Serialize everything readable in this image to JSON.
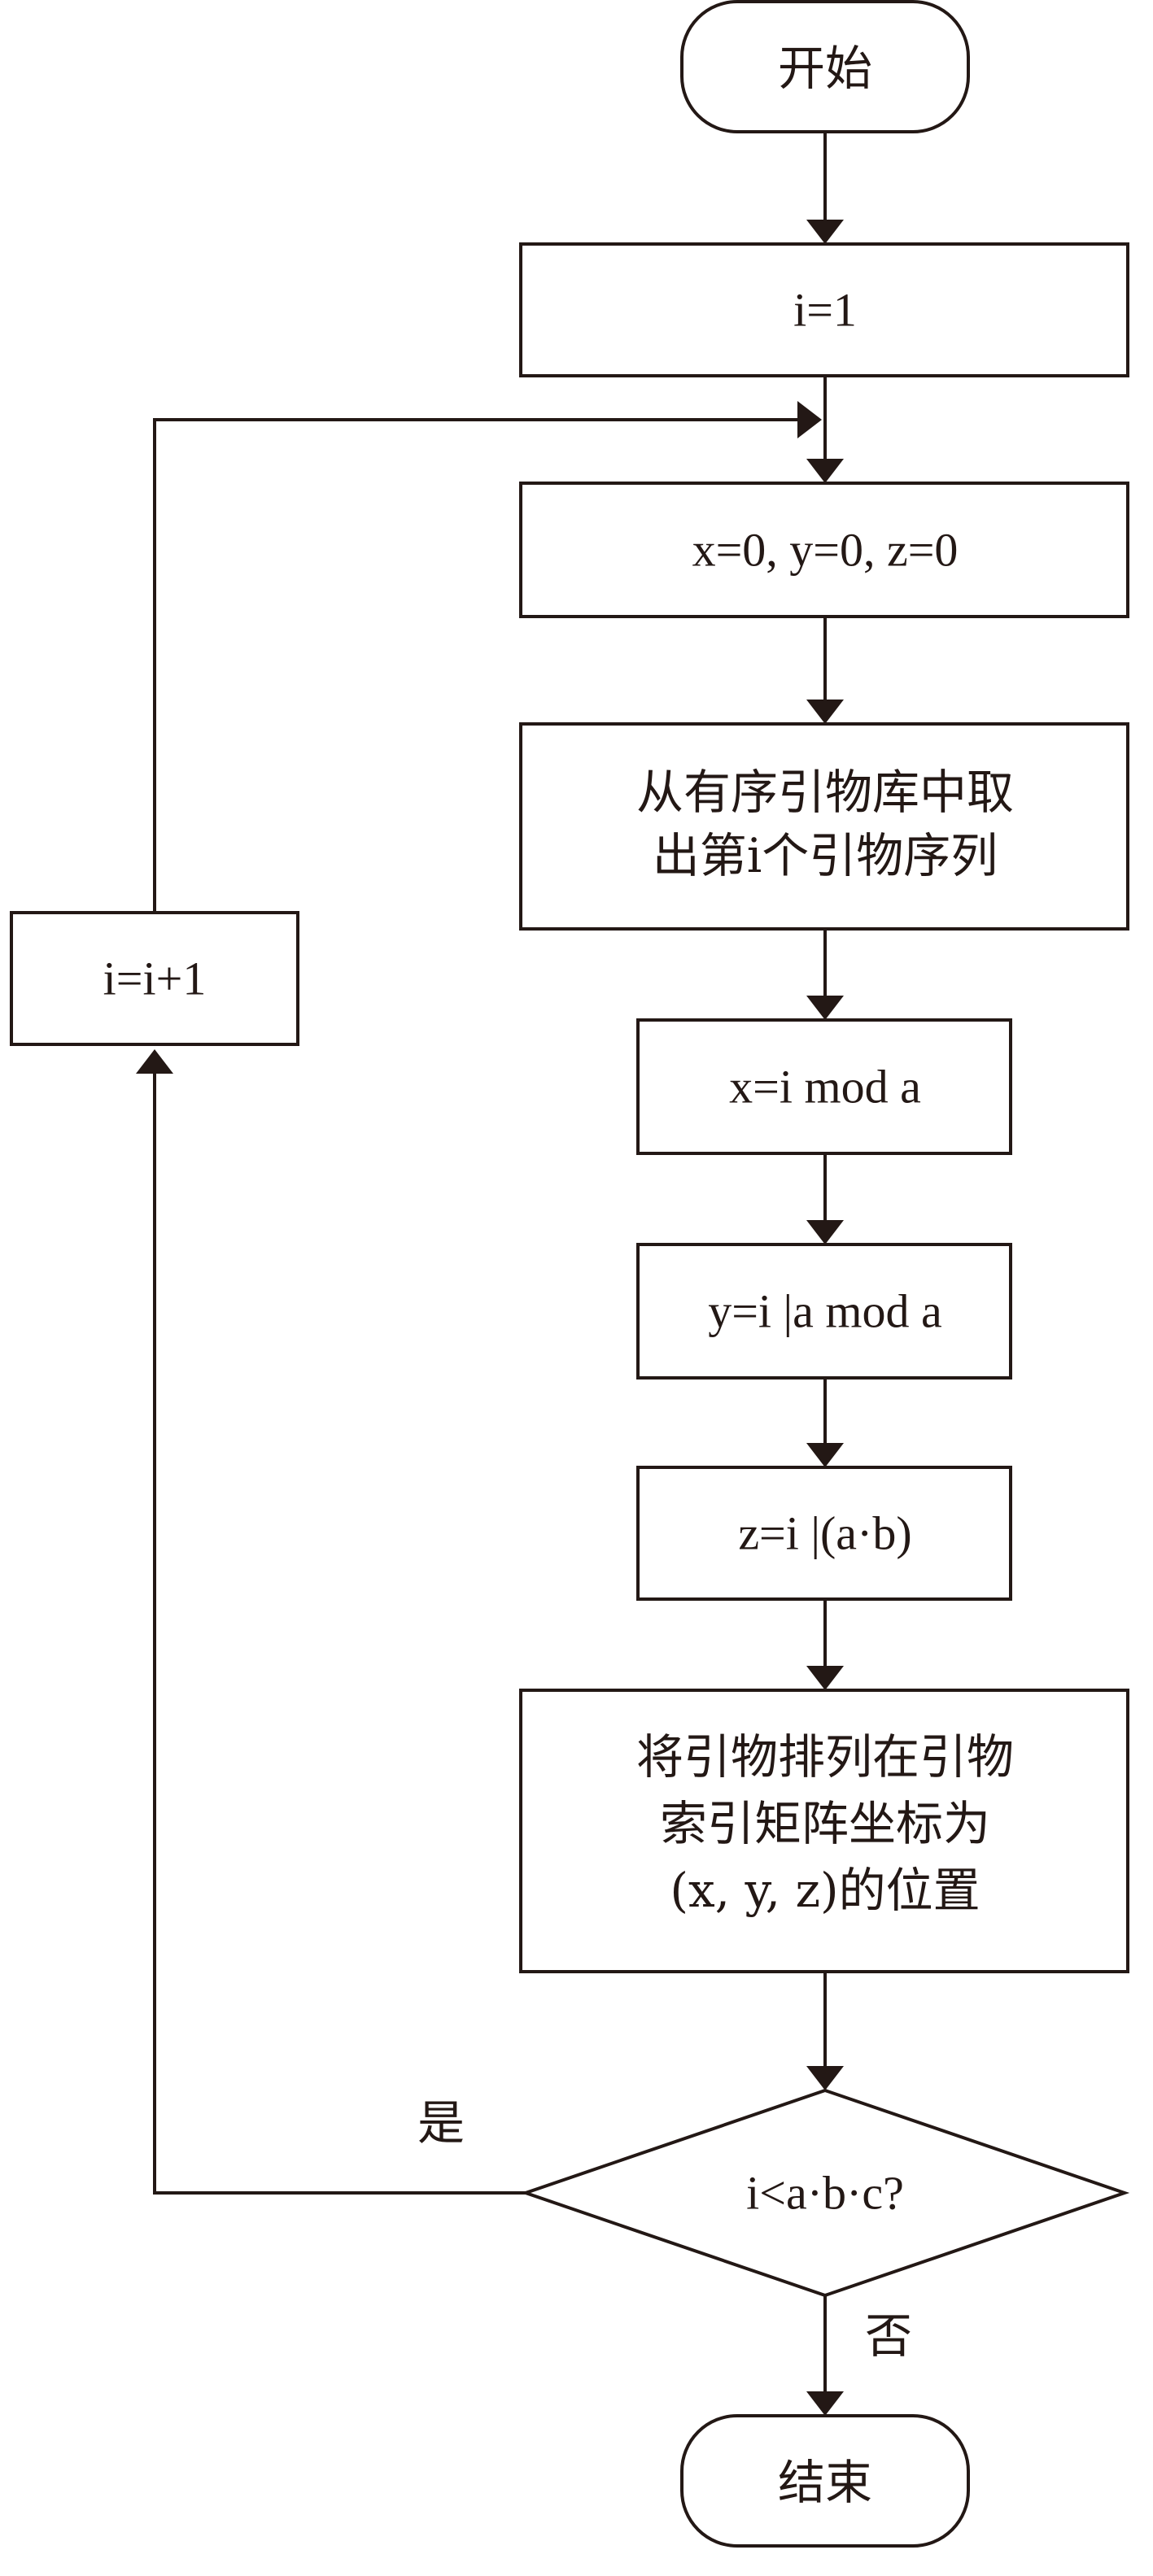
{
  "nodes": {
    "start": {
      "text": "开始"
    },
    "init_i": {
      "text": "i=1"
    },
    "init_xyz": {
      "text": "x=0, y=0, z=0"
    },
    "fetch": {
      "line1": "从有序引物库中取",
      "line2": "出第i个引物序列"
    },
    "calc_x": {
      "text": "x=i mod a"
    },
    "calc_y": {
      "text": "y=i |a mod a"
    },
    "calc_z": {
      "text": "z=i |(a·b)"
    },
    "place": {
      "line1": "将引物排列在引物",
      "line2": "索引矩阵坐标为",
      "line3": "(x, y, z)的位置"
    },
    "decision": {
      "text": "i<a·b·c?"
    },
    "increment": {
      "text": "i=i+1"
    },
    "end": {
      "text": "结束"
    }
  },
  "edges": {
    "yes_label": "是",
    "no_label": "否"
  },
  "colors": {
    "stroke": "#231815",
    "fill": "#ffffff"
  }
}
